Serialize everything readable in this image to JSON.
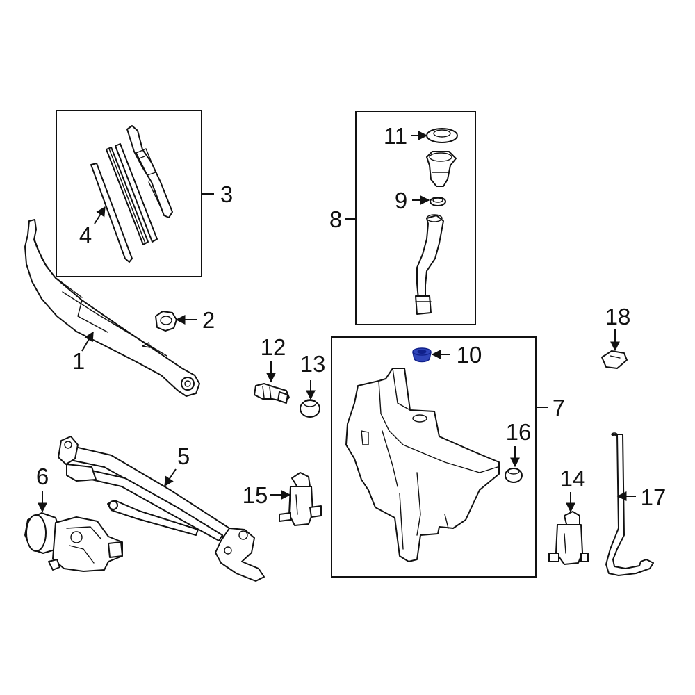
{
  "diagram": {
    "colors": {
      "line": "#111111",
      "background": "#ffffff",
      "highlight_fill": "#2f44b8",
      "highlight_stroke": "#10208a"
    },
    "highlighted_part": "10",
    "callouts": [
      {
        "id": "c1",
        "label": "1"
      },
      {
        "id": "c2",
        "label": "2"
      },
      {
        "id": "c3",
        "label": "3"
      },
      {
        "id": "c4",
        "label": "4"
      },
      {
        "id": "c5",
        "label": "5"
      },
      {
        "id": "c6",
        "label": "6"
      },
      {
        "id": "c7",
        "label": "7"
      },
      {
        "id": "c8",
        "label": "8"
      },
      {
        "id": "c9",
        "label": "9"
      },
      {
        "id": "c10",
        "label": "10"
      },
      {
        "id": "c11",
        "label": "11"
      },
      {
        "id": "c12",
        "label": "12"
      },
      {
        "id": "c13",
        "label": "13"
      },
      {
        "id": "c14",
        "label": "14"
      },
      {
        "id": "c15",
        "label": "15"
      },
      {
        "id": "c16",
        "label": "16"
      },
      {
        "id": "c17",
        "label": "17"
      },
      {
        "id": "c18",
        "label": "18"
      }
    ]
  }
}
